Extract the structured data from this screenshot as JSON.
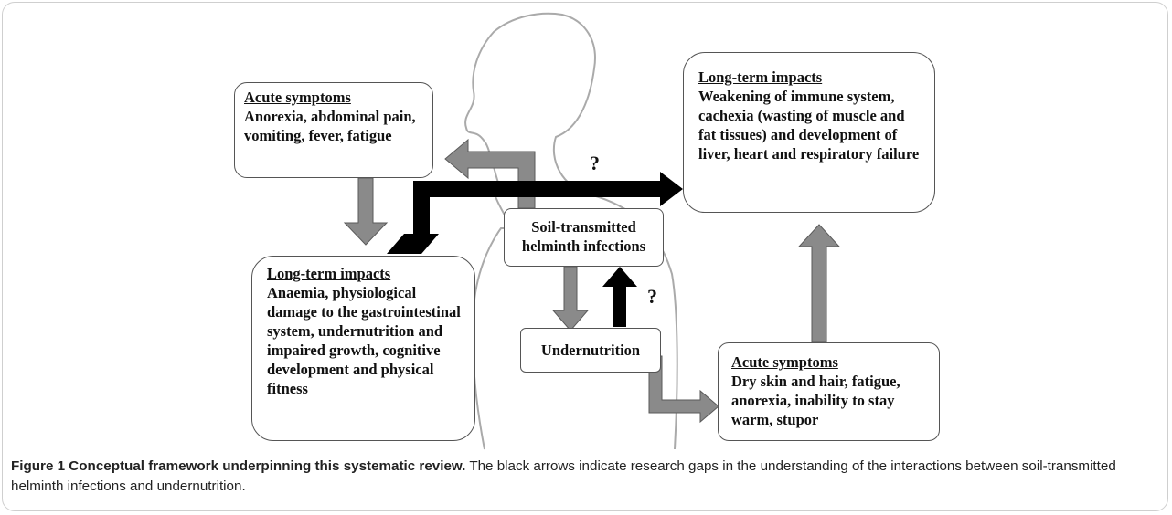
{
  "diagram": {
    "acute_symptoms_left": {
      "heading": "Acute symptoms",
      "text": "Anorexia, abdominal pain, vomiting, fever, fatigue"
    },
    "long_term_left": {
      "heading": "Long-term impacts",
      "text": "Anaemia, physiological damage to the gastrointestinal system, undernutrition and impaired growth, cognitive development and physical fitness"
    },
    "long_term_right": {
      "heading": "Long-term impacts",
      "text": "Weakening of immune system, cachexia (wasting of muscle and fat tissues) and development of liver, heart and respiratory failure"
    },
    "acute_symptoms_right": {
      "heading": "Acute symptoms",
      "text": "Dry skin and hair, fatigue, anorexia, inability to stay warm, stupor"
    },
    "sth_box": {
      "text": "Soil-transmitted helminth infections"
    },
    "undernutrition_box": {
      "text": "Undernutrition"
    },
    "question_marks": {
      "top": "?",
      "middle": "?"
    },
    "colors": {
      "grey_arrow": "#8a8a8a",
      "black_arrow": "#000000",
      "silhouette": "#aaaaaa"
    }
  },
  "caption": {
    "title": "Figure 1 Conceptual framework underpinning this systematic review.",
    "text": " The black arrows indicate research gaps in the understanding of the interactions between soil-transmitted helminth infections and undernutrition."
  }
}
